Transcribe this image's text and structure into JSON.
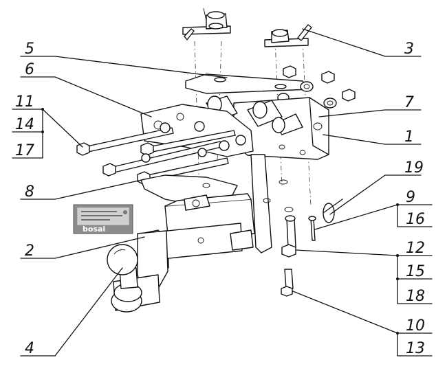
{
  "callouts": {
    "l1": "1",
    "l2": "2",
    "l3": "3",
    "l4": "4",
    "l5": "5",
    "l6": "6",
    "l7": "7",
    "l8": "8",
    "l9": "9",
    "l10": "10",
    "l11": "11",
    "l12": "12",
    "l13": "13",
    "l14": "14",
    "l15": "15",
    "l16": "16",
    "l17": "17",
    "l18": "18",
    "l19": "19"
  },
  "nameplate": {
    "brand": "bosal"
  }
}
